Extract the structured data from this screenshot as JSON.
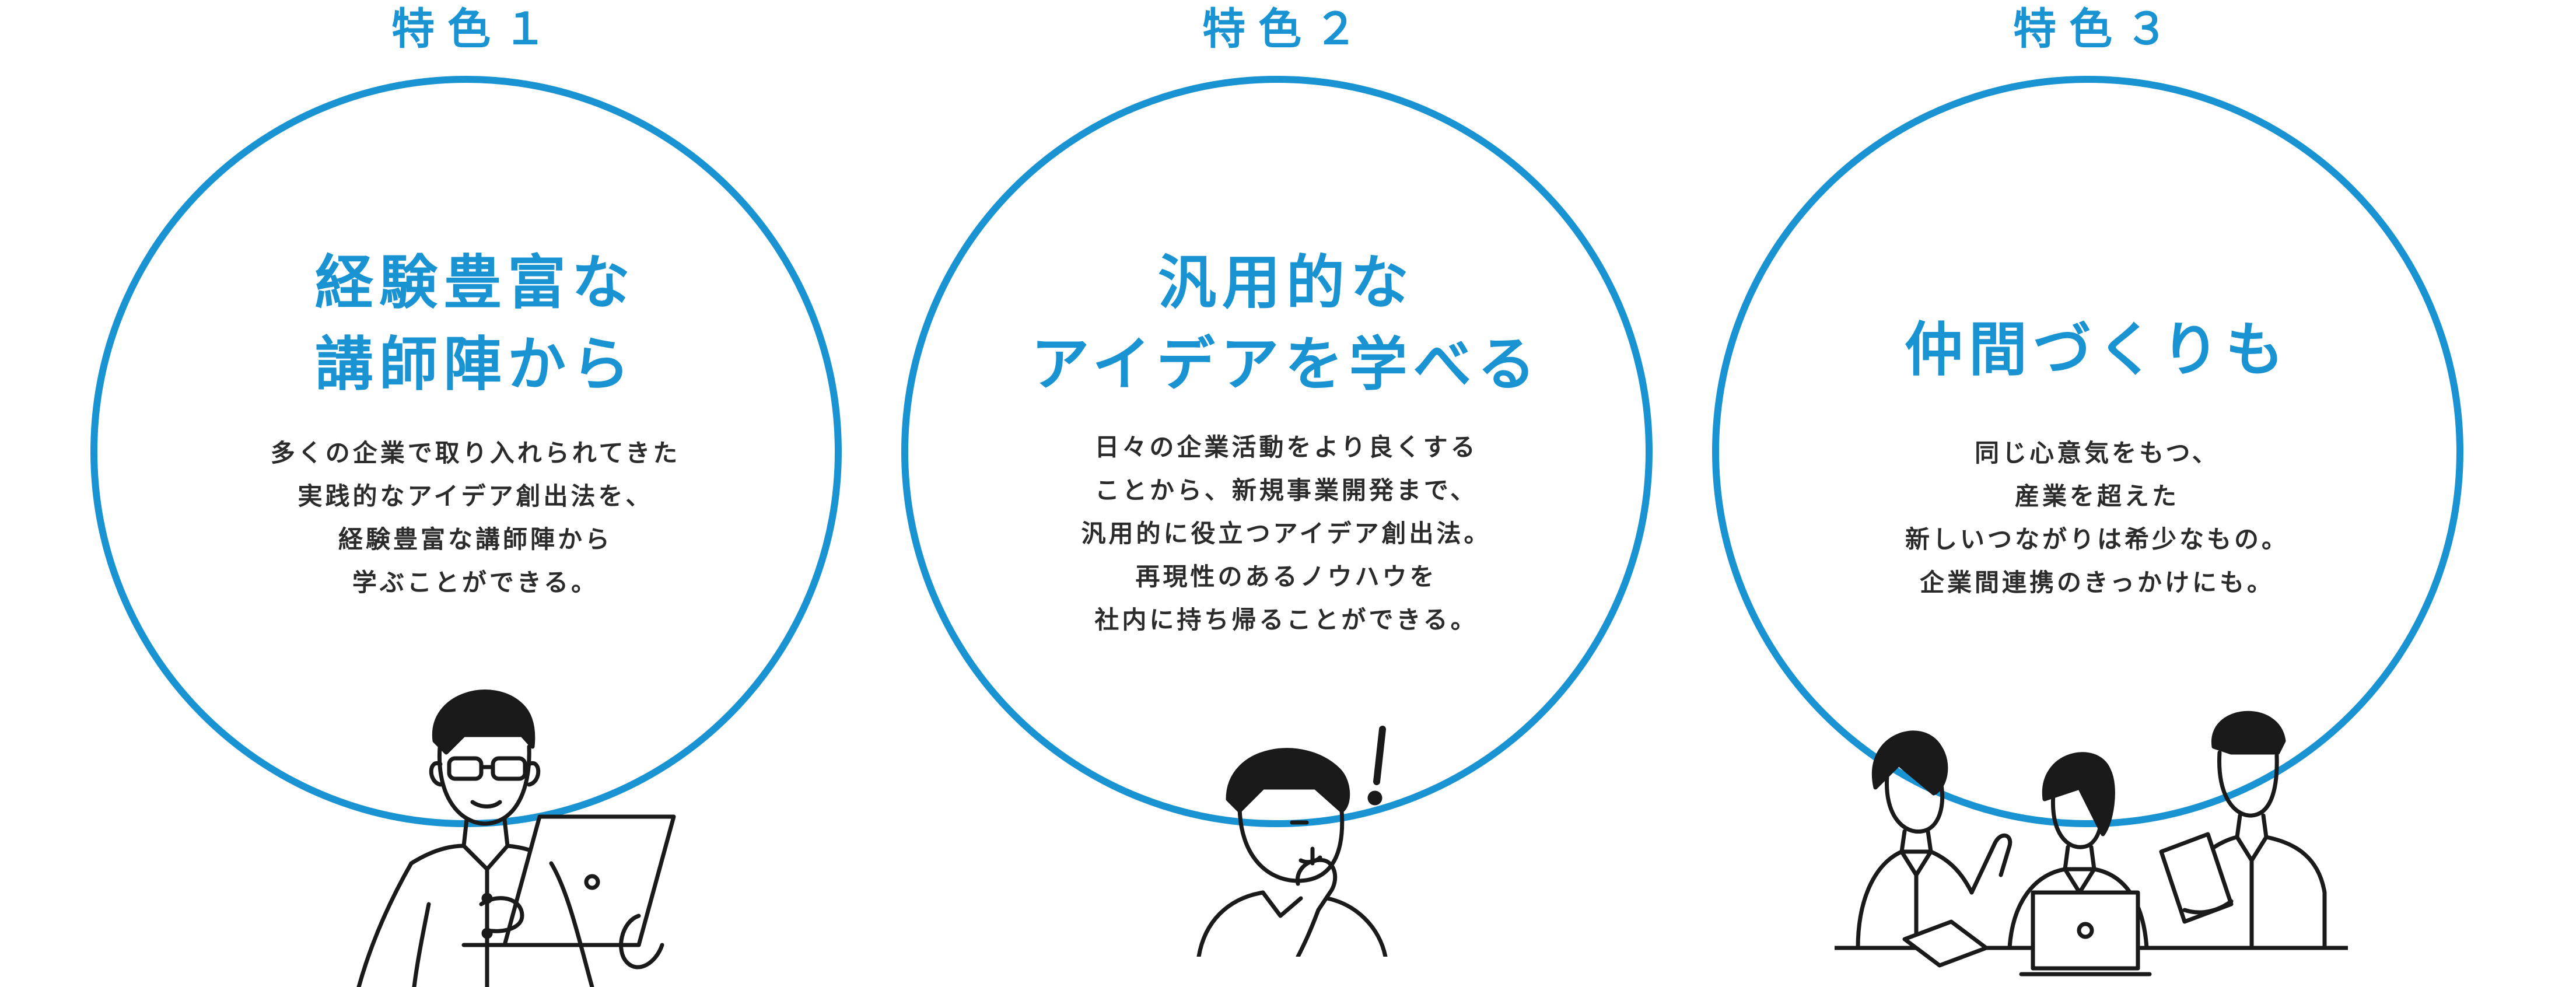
{
  "features": [
    {
      "label": "特色１",
      "title": "経験豊富な\n講師陣から",
      "body": "多くの企業で取り入れられてきた\n実践的なアイデア創出法を、\n経験豊富な講師陣から\n学ぶことができる。"
    },
    {
      "label": "特色２",
      "title": "汎用的な\nアイデアを学べる",
      "body": "日々の企業活動をより良くする\nことから、新規事業開発まで、\n汎用的に役立つアイデア創出法。\n再現性のあるノウハウを\n社内に持ち帰ることができる。"
    },
    {
      "label": "特色３",
      "title": "仲間づくりも",
      "body": "同じ心意気をもつ、\n産業を超えた\n新しいつながりは希少なもの。\n企業間連携のきっかけにも。"
    }
  ],
  "colors": {
    "accent": "#1a93d3",
    "text": "#2b2b2b",
    "line": "#1a1a1a"
  },
  "icons": [
    "man-with-laptop-illustration",
    "thinking-man-illustration",
    "group-meeting-illustration"
  ]
}
